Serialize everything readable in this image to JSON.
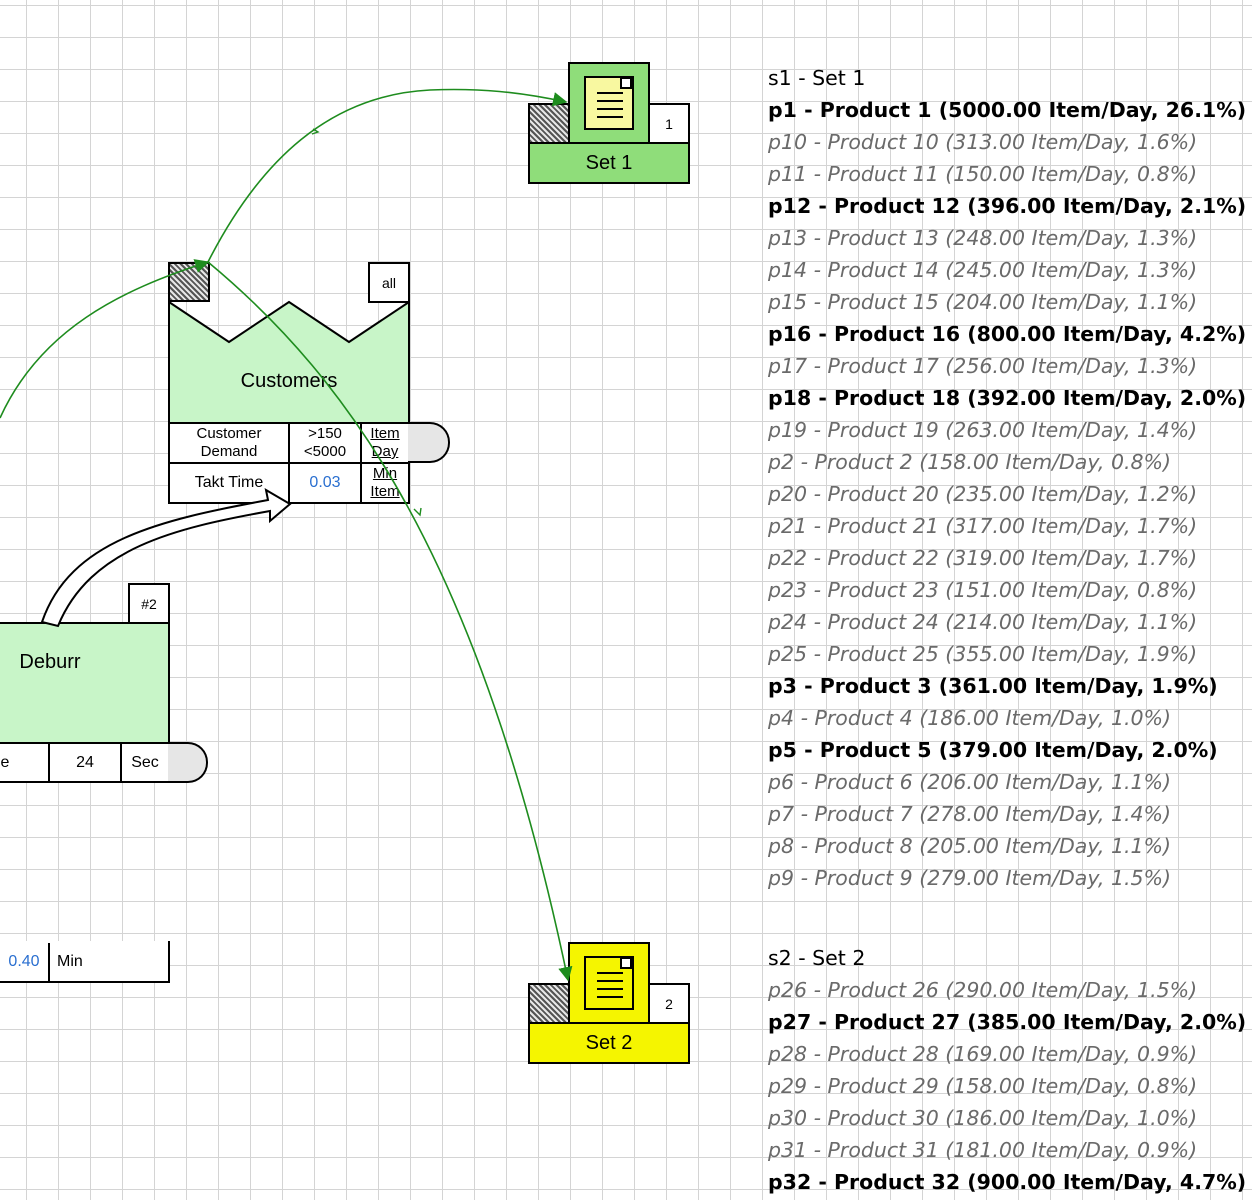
{
  "supermarket1": {
    "label": "Set 1",
    "count": "1",
    "color": "#8fdd7a"
  },
  "supermarket2": {
    "label": "Set 2",
    "count": "2",
    "color": "#f5f500"
  },
  "customers": {
    "label": "Customers",
    "badge": "all",
    "demand_label": "Customer Demand",
    "demand_value": ">150 <5000",
    "demand_unit": "Item Day",
    "takt_label": "Takt Time",
    "takt_value": "0.03",
    "takt_unit": "Min Item"
  },
  "deburr": {
    "label": "Deburr",
    "badge": "#2",
    "row_label_partial": "e",
    "row_value": "24",
    "row_unit": "Sec"
  },
  "bottom_row": {
    "value": "0.40",
    "unit": "Min"
  },
  "set1_list": {
    "header": "s1 - Set 1",
    "items": [
      {
        "text": "p1 - Product 1 (5000.00 Item/Day, 26.1%)",
        "style": "bold"
      },
      {
        "text": "p10 - Product 10 (313.00 Item/Day, 1.6%)",
        "style": "italic"
      },
      {
        "text": "p11 - Product 11 (150.00 Item/Day, 0.8%)",
        "style": "italic"
      },
      {
        "text": "p12 - Product 12 (396.00 Item/Day, 2.1%)",
        "style": "bold"
      },
      {
        "text": "p13 - Product 13 (248.00 Item/Day, 1.3%)",
        "style": "italic"
      },
      {
        "text": "p14 - Product 14 (245.00 Item/Day, 1.3%)",
        "style": "italic"
      },
      {
        "text": "p15 - Product 15 (204.00 Item/Day, 1.1%)",
        "style": "italic"
      },
      {
        "text": "p16 - Product 16 (800.00 Item/Day, 4.2%)",
        "style": "bold"
      },
      {
        "text": "p17 - Product 17 (256.00 Item/Day, 1.3%)",
        "style": "italic"
      },
      {
        "text": "p18 - Product 18 (392.00 Item/Day, 2.0%)",
        "style": "bold"
      },
      {
        "text": "p19 - Product 19 (263.00 Item/Day, 1.4%)",
        "style": "italic"
      },
      {
        "text": "p2 - Product 2 (158.00 Item/Day, 0.8%)",
        "style": "italic"
      },
      {
        "text": "p20 - Product 20 (235.00 Item/Day, 1.2%)",
        "style": "italic"
      },
      {
        "text": "p21 - Product 21 (317.00 Item/Day, 1.7%)",
        "style": "italic"
      },
      {
        "text": "p22 - Product 22 (319.00 Item/Day, 1.7%)",
        "style": "italic"
      },
      {
        "text": "p23 - Product 23 (151.00 Item/Day, 0.8%)",
        "style": "italic"
      },
      {
        "text": "p24 - Product 24 (214.00 Item/Day, 1.1%)",
        "style": "italic"
      },
      {
        "text": "p25 - Product 25 (355.00 Item/Day, 1.9%)",
        "style": "italic"
      },
      {
        "text": "p3 - Product 3 (361.00 Item/Day, 1.9%)",
        "style": "bold"
      },
      {
        "text": "p4 - Product 4 (186.00 Item/Day, 1.0%)",
        "style": "italic"
      },
      {
        "text": "p5 - Product 5 (379.00 Item/Day, 2.0%)",
        "style": "bold"
      },
      {
        "text": "p6 - Product 6 (206.00 Item/Day, 1.1%)",
        "style": "italic"
      },
      {
        "text": "p7 - Product 7 (278.00 Item/Day, 1.4%)",
        "style": "italic"
      },
      {
        "text": "p8 - Product 8 (205.00 Item/Day, 1.1%)",
        "style": "italic"
      },
      {
        "text": "p9 - Product 9 (279.00 Item/Day, 1.5%)",
        "style": "italic"
      }
    ]
  },
  "set2_list": {
    "header": "s2 - Set 2",
    "items": [
      {
        "text": "p26 - Product 26 (290.00 Item/Day, 1.5%)",
        "style": "italic"
      },
      {
        "text": "p27 - Product 27 (385.00 Item/Day, 2.0%)",
        "style": "bold"
      },
      {
        "text": "p28 - Product 28 (169.00 Item/Day, 0.9%)",
        "style": "italic"
      },
      {
        "text": "p29 - Product 29 (158.00 Item/Day, 0.8%)",
        "style": "italic"
      },
      {
        "text": "p30 - Product 30 (186.00 Item/Day, 1.0%)",
        "style": "italic"
      },
      {
        "text": "p31 - Product 31 (181.00 Item/Day, 0.9%)",
        "style": "italic"
      },
      {
        "text": "p32 - Product 32 (900.00 Item/Day, 4.7%)",
        "style": "bold"
      }
    ]
  },
  "colors": {
    "flow_line": "#1e8c1e",
    "customer_fill": "#c8f5c8",
    "deburr_fill": "#c8f5c8"
  }
}
